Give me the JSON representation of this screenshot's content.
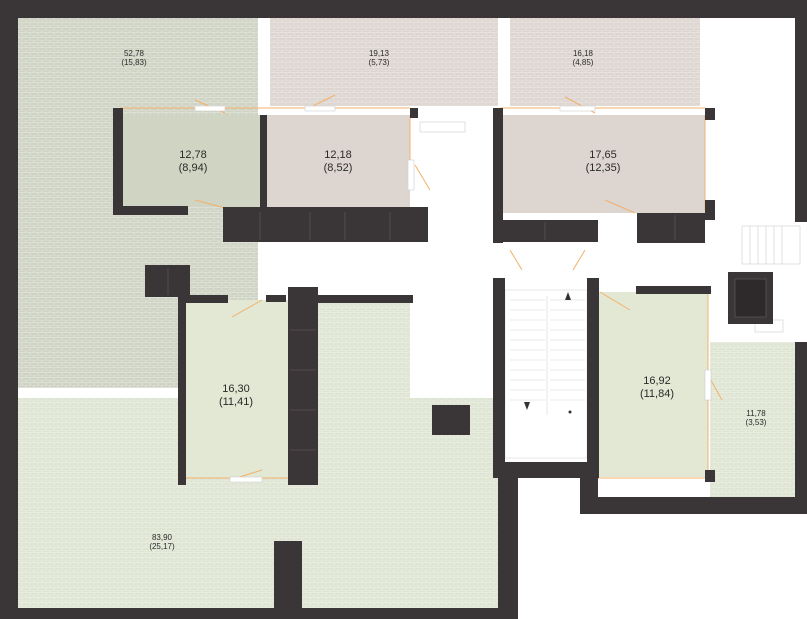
{
  "colors": {
    "wall": "#3a3536",
    "terrace": "#dfe5d3",
    "terrace_left": "#cfd3c4",
    "terrace_pink": "#ddd5d0",
    "room_green": "#cfd5c2",
    "room_beige": "#ddd6d0",
    "room_lightgreen": "#e2e8d4",
    "door_accent": "#f3b06b",
    "pattern_line": "#ffffff"
  },
  "rooms": [
    {
      "id": "terrace-nw",
      "area": "52,78",
      "sub": "(15,83)"
    },
    {
      "id": "terrace-n1",
      "area": "19,13",
      "sub": "(5,73)"
    },
    {
      "id": "terrace-n2",
      "area": "16,18",
      "sub": "(4,85)"
    },
    {
      "id": "room-a",
      "area": "12,78",
      "sub": "(8,94)"
    },
    {
      "id": "room-b",
      "area": "12,18",
      "sub": "(8,52)"
    },
    {
      "id": "room-c",
      "area": "17,65",
      "sub": "(12,35)"
    },
    {
      "id": "room-d",
      "area": "16,30",
      "sub": "(11,41)"
    },
    {
      "id": "room-e",
      "area": "16,92",
      "sub": "(11,84)"
    },
    {
      "id": "terrace-e",
      "area": "11,78",
      "sub": "(3,53)"
    },
    {
      "id": "terrace-s",
      "area": "83,90",
      "sub": "(25,17)"
    }
  ]
}
